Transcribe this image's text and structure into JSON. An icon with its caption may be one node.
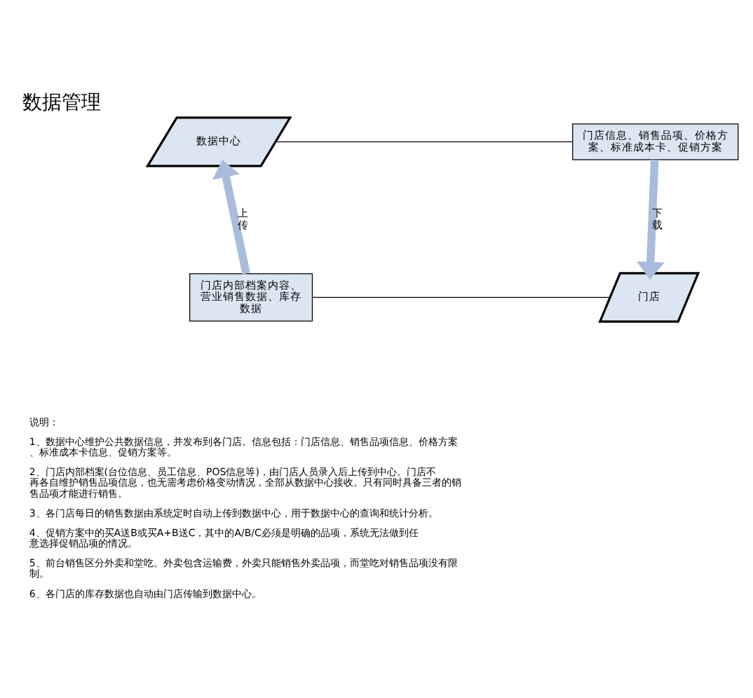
{
  "diagram": {
    "title": "数据管理",
    "nodes": [
      {
        "text": [
          "数据中心"
        ]
      },
      {
        "text": [
          "门店信息、销售品项、价格方案、标准成本卡、促销方案"
        ]
      },
      {
        "text": [
          "门店内部档案内容、营业销售数据、库存数据"
        ]
      },
      {
        "text": [
          "门店"
        ]
      }
    ],
    "edges": [
      {
        "from": 0,
        "to": 1,
        "arrow": "none"
      },
      {
        "from": 2,
        "to": 0,
        "arrow": "to",
        "label": "上传",
        "style": "thick",
        "color": "#a9bcdc"
      },
      {
        "from": 1,
        "to": 3,
        "arrow": "to",
        "label": "下载",
        "style": "thick",
        "color": "#a9bcdc"
      },
      {
        "from": 2,
        "to": 3,
        "arrow": "none"
      }
    ],
    "labels": [
      "说明：",
      "1、数据中心维护公共数据信息，并发布到各门店。信息包括：门店信息、销售品项信息、价格方案、标准成本卡信息、促销方案等。",
      "2、门店内部档案(台位信息、员工信息、POS信息等)，由门店人员录入后上传到中心。门店不再各自维护销售品项信息，也无需考虑价格变动情况，全部从数据中心接收。只有同时具备三者的销售品项才能进行销售。",
      "3、各门店每日的销售数据由系统定时自动上传到数据中心，用于数据中心的查询和统计分析。",
      "4、促销方案中的买A送B或买A+B送C，其中的A/B/C必须是明确的品项，系统无法做到任意选择促销品项的情况。",
      "5、前台销售区分外卖和堂吃。外卖包含运输费，外卖只能销售外卖品项，而堂吃对销售品项没有限制。",
      "6、各门店的库存数据也自动由门店传输到数据中心。"
    ]
  }
}
